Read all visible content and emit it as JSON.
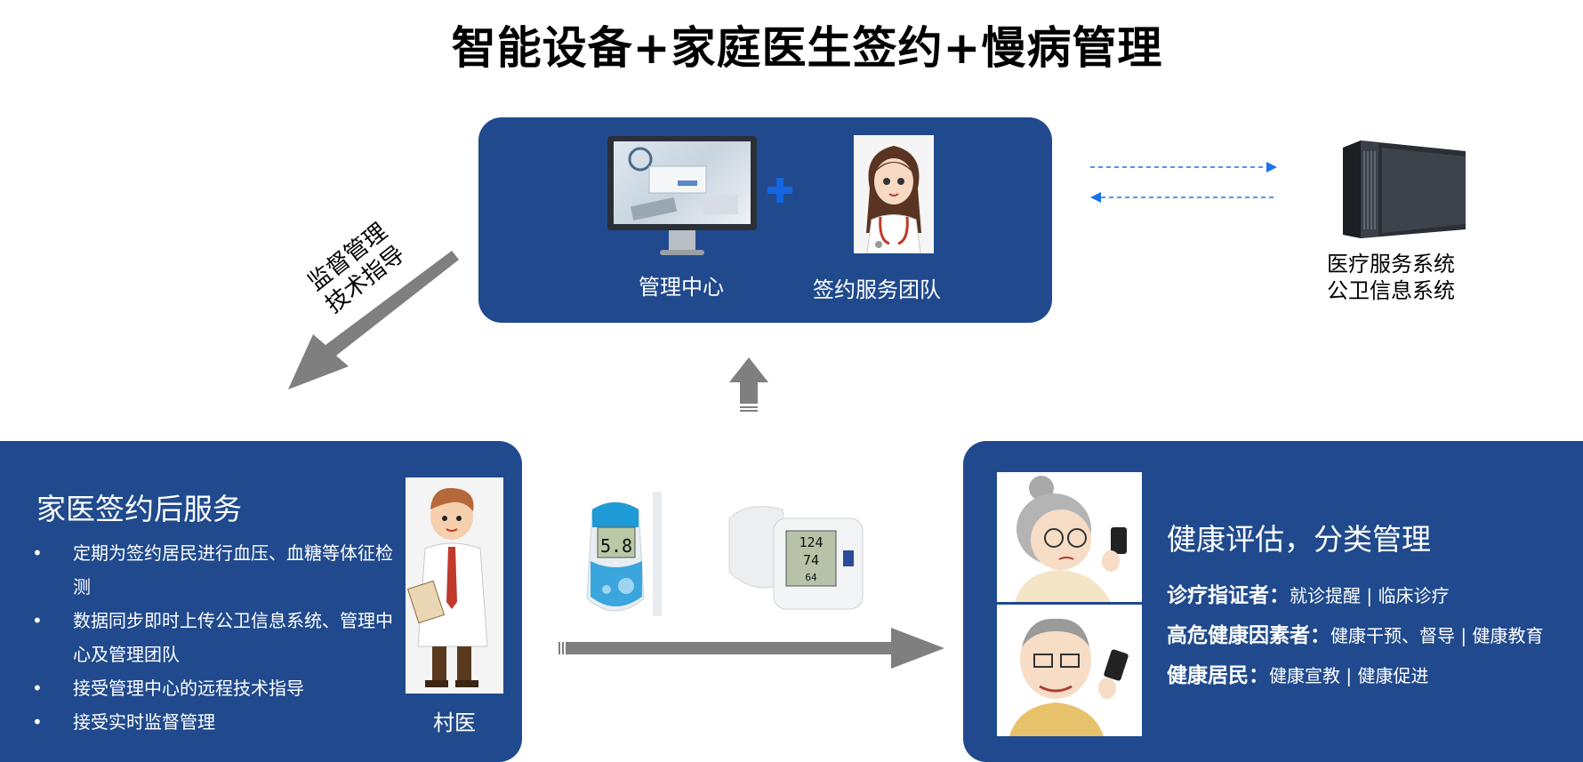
{
  "title": "智能设备+家庭医生签约+慢病管理",
  "top_panel": {
    "management_center": "管理中心",
    "service_team": "签约服务团队"
  },
  "server": {
    "line1": "医疗服务系统",
    "line2": "公卫信息系统"
  },
  "arrow_label": {
    "line1": "监督管理",
    "line2": "技术指导"
  },
  "glucose_display": "5.8",
  "bp_display": {
    "sys": "124",
    "dia": "74",
    "pulse": "64"
  },
  "left_panel": {
    "title": "家医签约后服务",
    "bullet": "•",
    "items": [
      "定期为签约居民进行血压、血糖等体征检测",
      "数据同步即时上传公卫信息系统、管理中心及管理团队",
      "接受管理中心的远程技术指导",
      "接受实时监督管理"
    ],
    "village_doctor": "村医"
  },
  "right_panel": {
    "title": "健康评估，分类管理",
    "rows": [
      {
        "label": "诊疗指证者：",
        "text": "就诊提醒 | 临床诊疗"
      },
      {
        "label": "高危健康因素者：",
        "text": "健康干预、督导 | 健康教育"
      },
      {
        "label": "健康居民：",
        "text": "健康宣教  | 健康促进"
      }
    ]
  },
  "colors": {
    "panel_blue": "#204a8d",
    "arrow_gray": "#7f7f7f",
    "dashed_blue": "#1a73e8",
    "plus_blue": "#1565e0"
  }
}
